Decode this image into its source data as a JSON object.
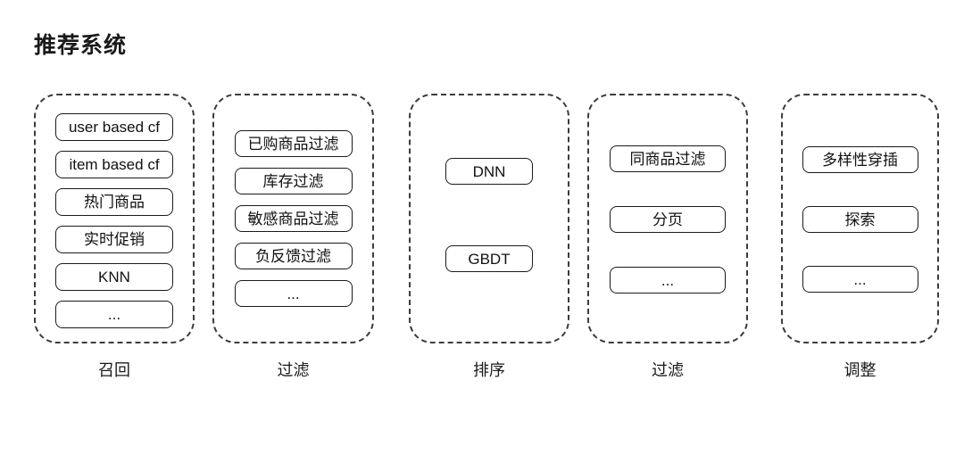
{
  "title": "推荐系统",
  "colors": {
    "ink": "#1a1a1a",
    "background": "#ffffff",
    "frame_border": "#3c3c3c"
  },
  "columns": [
    {
      "label": "召回",
      "items": [
        "user based cf",
        "item based cf",
        "热门商品",
        "实时促销",
        "KNN",
        "..."
      ]
    },
    {
      "label": "过滤",
      "items": [
        "已购商品过滤",
        "库存过滤",
        "敏感商品过滤",
        "负反馈过滤",
        "..."
      ]
    },
    {
      "label": "排序",
      "items": [
        "DNN",
        "GBDT"
      ]
    },
    {
      "label": "过滤",
      "items": [
        "同商品过滤",
        "分页",
        "..."
      ]
    },
    {
      "label": "调整",
      "items": [
        "多样性穿插",
        "探索",
        "..."
      ]
    }
  ]
}
